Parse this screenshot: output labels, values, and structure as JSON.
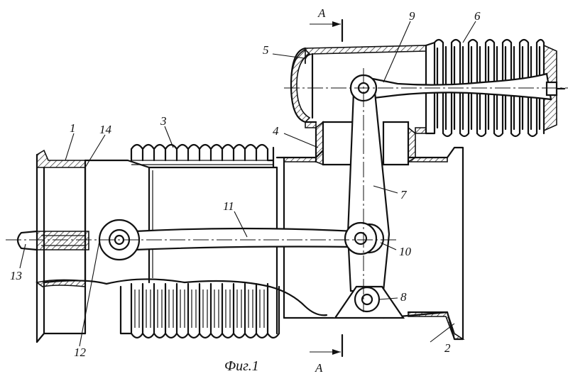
{
  "figure": {
    "caption": "Фиг.1",
    "section_marker": "А"
  },
  "labels": {
    "l1": "1",
    "l2": "2",
    "l3": "3",
    "l4": "4",
    "l5": "5",
    "l6": "6",
    "l7": "7",
    "l8": "8",
    "l9": "9",
    "l10": "10",
    "l11": "11",
    "l12": "12",
    "l13": "13",
    "l14": "14"
  }
}
